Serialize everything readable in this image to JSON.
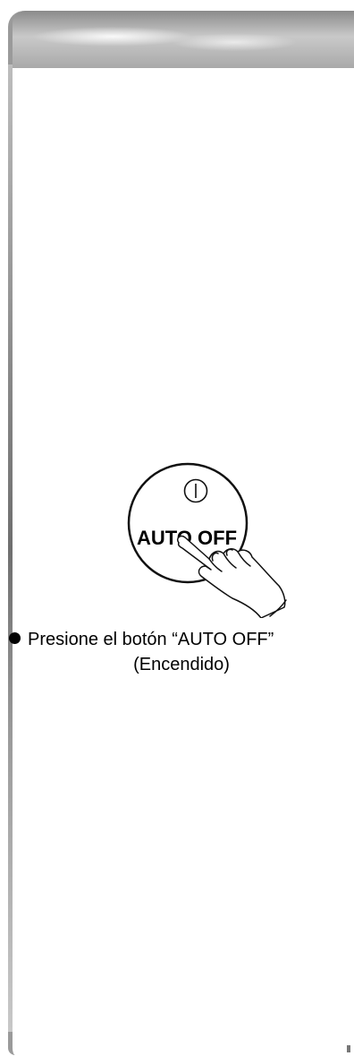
{
  "figure": {
    "button_label": "AUTO OFF",
    "power_icon": "power-icon",
    "hand_icon": "pointing-hand-icon"
  },
  "caption": {
    "line1": "Presione el botón “AUTO OFF”",
    "line2": "(Encendido)"
  },
  "colors": {
    "frame": "#9a9a9a",
    "text": "#000000",
    "background": "#ffffff"
  }
}
